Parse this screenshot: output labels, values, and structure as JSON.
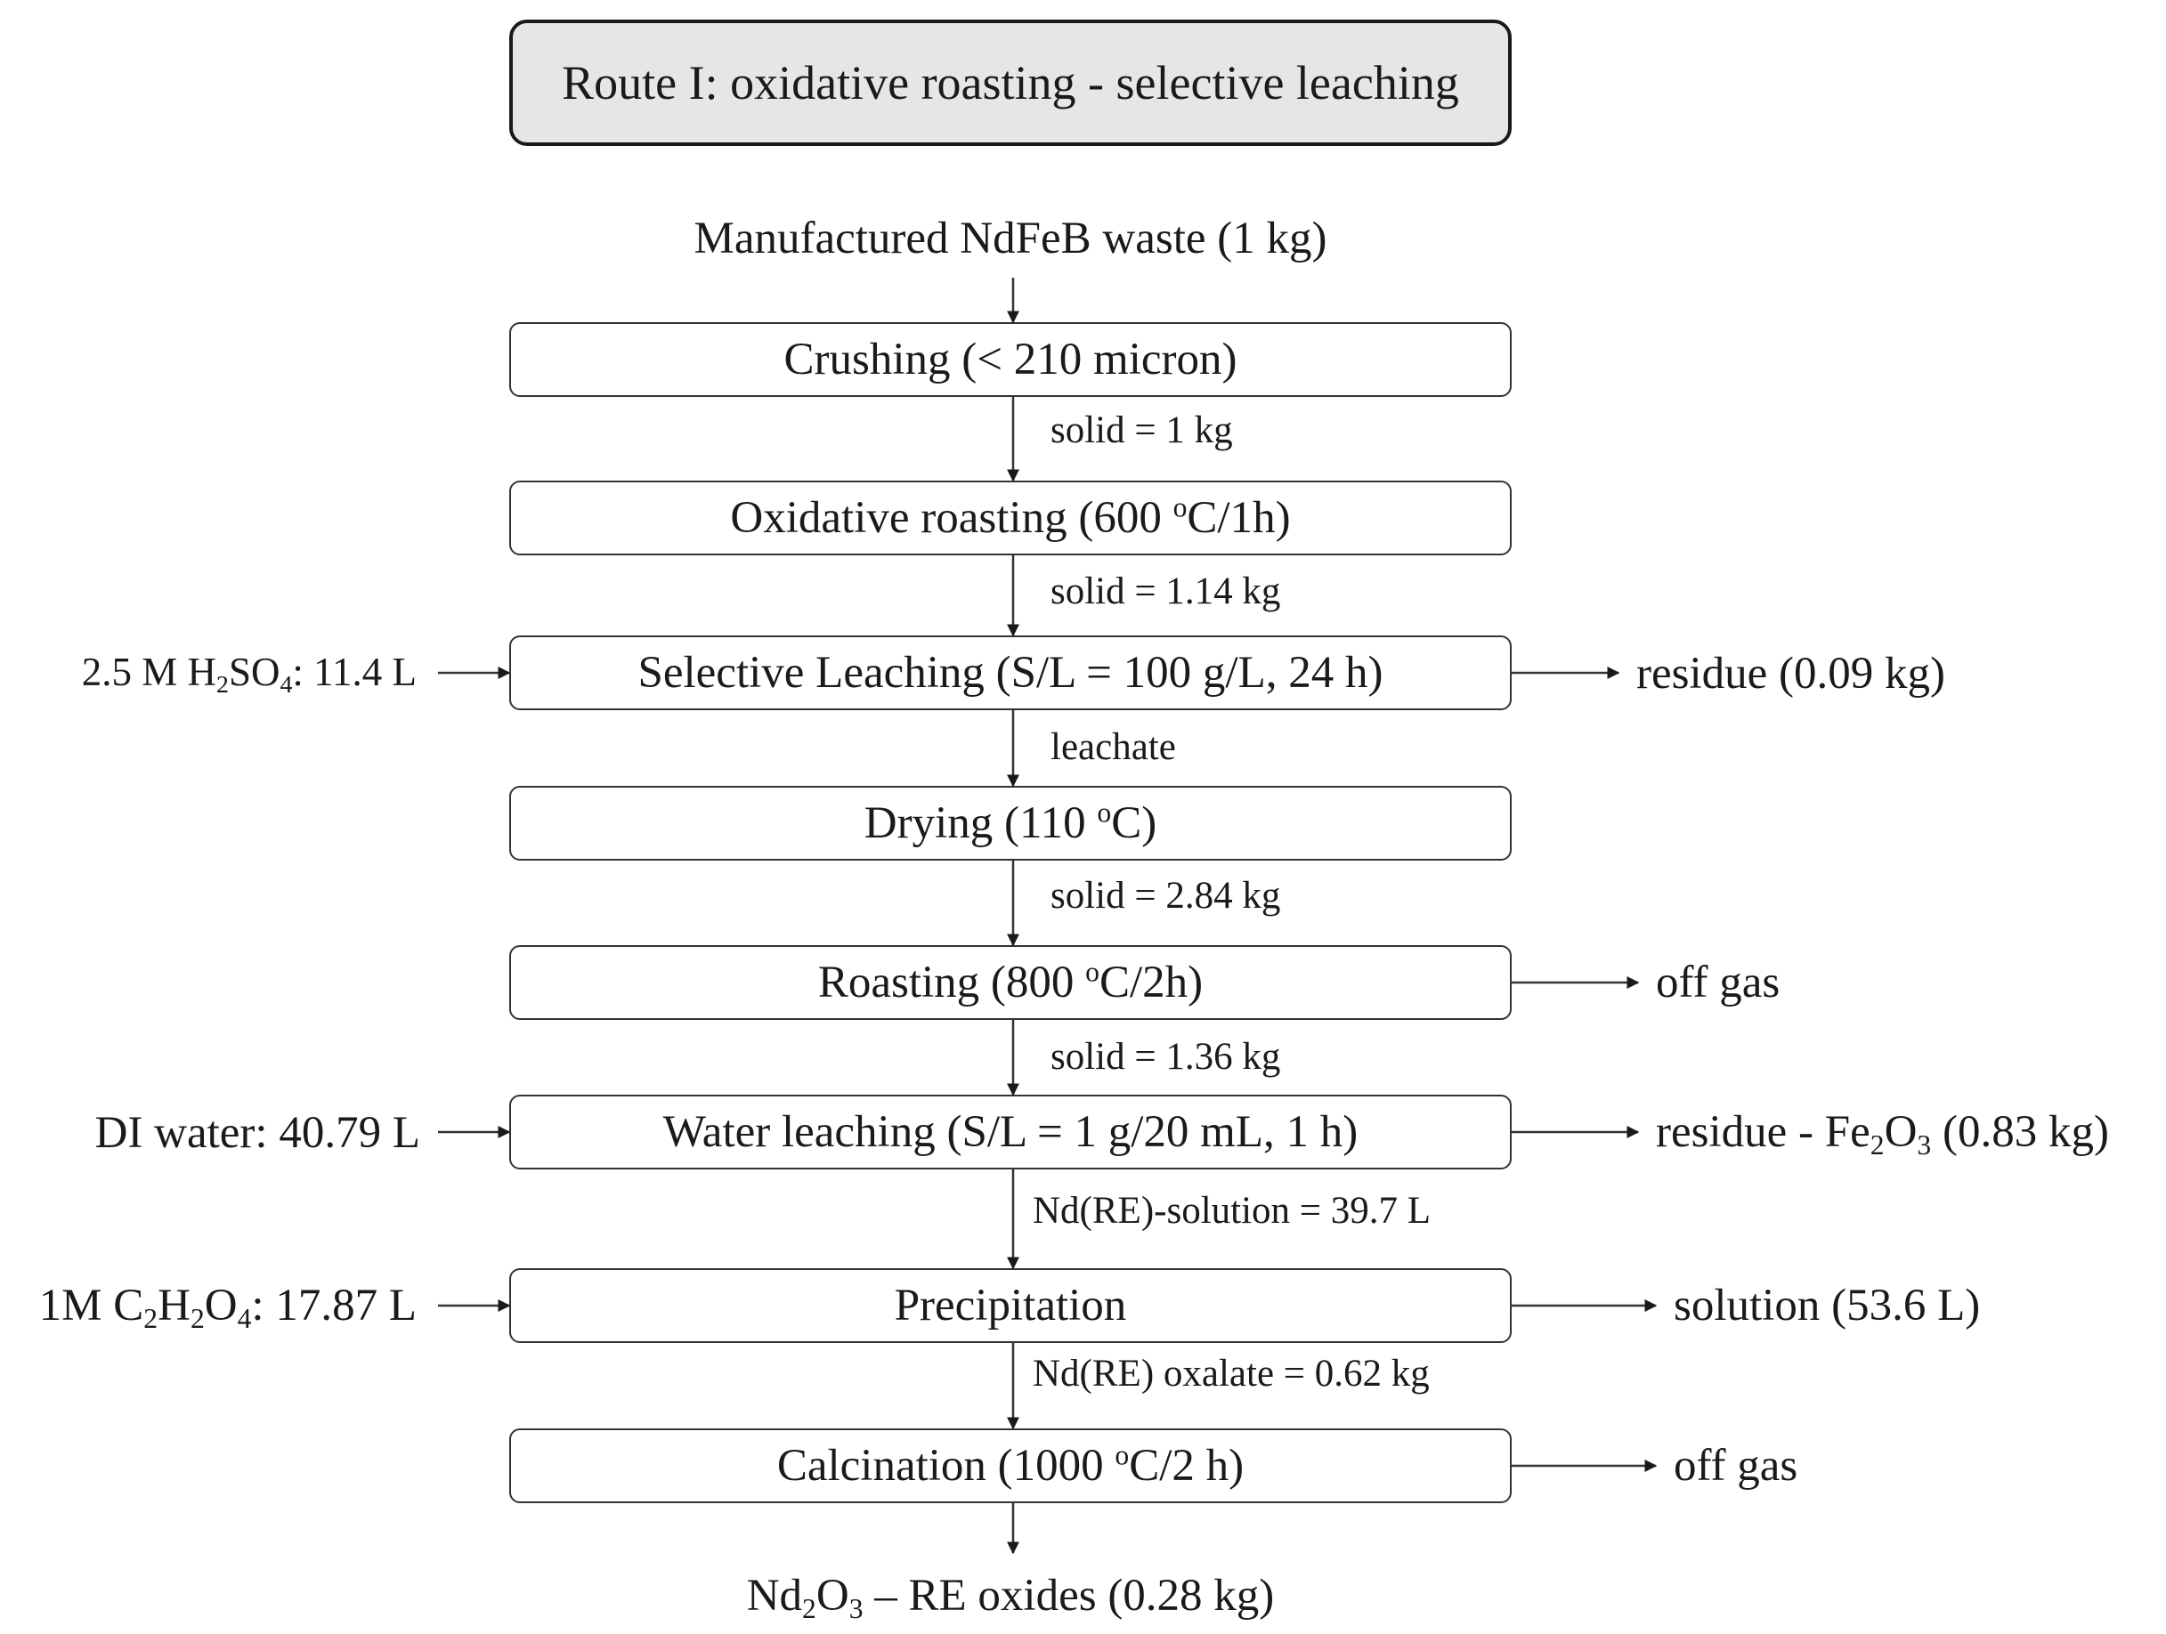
{
  "title": "Route I: oxidative roasting - selective leaching",
  "feed": "Manufactured NdFeB waste (1 kg)",
  "steps": [
    {
      "pre": "Crushing (< 210 micron)"
    },
    {
      "pre": "Oxidative roasting (600 ",
      "sup": "o",
      "post": "C/1h)"
    },
    {
      "pre": "Selective Leaching (S/L = 100 g/L, 24 h)"
    },
    {
      "pre": "Drying (110 ",
      "sup": "o",
      "post": "C)"
    },
    {
      "pre": "Roasting (800 ",
      "sup": "o",
      "post": "C/2h)"
    },
    {
      "pre": "Water leaching (S/L = 1 g/20 mL, 1 h)"
    },
    {
      "pre": "Precipitation"
    },
    {
      "pre": "Calcination (1000 ",
      "sup": "o",
      "post": "C/2 h)"
    }
  ],
  "flows": [
    "solid  = 1 kg",
    "solid = 1.14 kg",
    "leachate",
    "solid = 2.84 kg",
    "solid = 1.36 kg",
    "Nd(RE)-solution = 39.7 L",
    "Nd(RE) oxalate = 0.62 kg"
  ],
  "inputs": {
    "acid": {
      "a": "2.5 M H",
      "s1": "2",
      "b": "SO",
      "s2": "4",
      "c": ": 11.4 L"
    },
    "water": "DI water: 40.79 L",
    "oxalic": {
      "a": "1M C",
      "s1": "2",
      "b": "H",
      "s2": "2",
      "c": "O",
      "s3": "4",
      "d": ": 17.87 L"
    }
  },
  "outputs": {
    "residue1": "residue (0.09 kg)",
    "offgas1": "off gas",
    "residue2": {
      "a": "residue - Fe",
      "s1": "2",
      "b": "O",
      "s2": "3",
      "c": " (0.83 kg)"
    },
    "solution": "solution (53.6 L)",
    "offgas2": "off gas"
  },
  "product": {
    "a": "Nd",
    "s1": "2",
    "b": "O",
    "s2": "3",
    "c": " – RE oxides (0.28 kg)"
  }
}
